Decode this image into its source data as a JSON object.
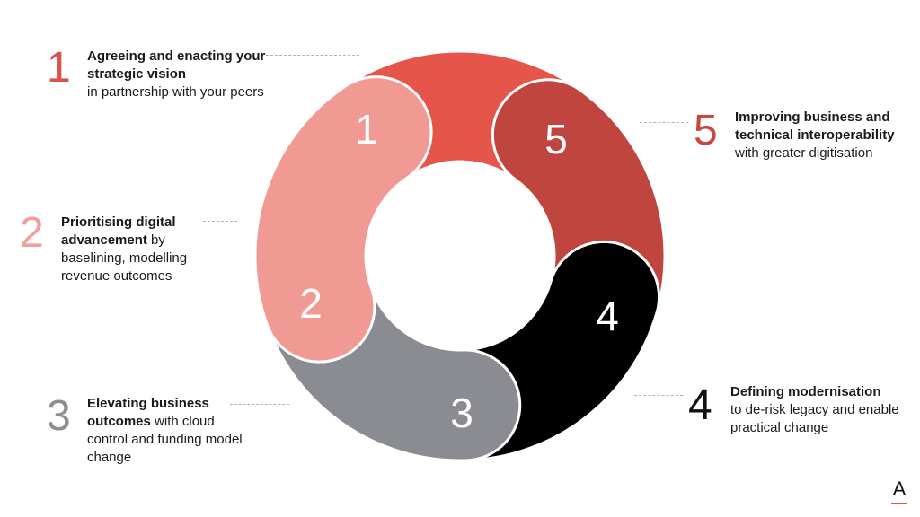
{
  "colors": {
    "seg1": "#e5554a",
    "seg2": "#f09a93",
    "seg3": "#8b8c91",
    "seg4": "#000000",
    "seg5": "#c0453f",
    "num1": "#d9534b",
    "num2": "#f0a09a",
    "num3": "#8e8e8e",
    "num4": "#111111",
    "num5": "#c9473f",
    "accent": "#e5554a"
  },
  "segments": [
    {
      "number": "1",
      "color_key": "seg1"
    },
    {
      "number": "2",
      "color_key": "seg2"
    },
    {
      "number": "3",
      "color_key": "seg3"
    },
    {
      "number": "4",
      "color_key": "seg4"
    },
    {
      "number": "5",
      "color_key": "seg5"
    }
  ],
  "steps": [
    {
      "number": "1",
      "bold": "Agreeing and enacting your strategic vision",
      "rest": "in partnership with your peers"
    },
    {
      "number": "2",
      "bold": "Prioritising digital advancement",
      "rest": "by baselining, modelling revenue outcomes"
    },
    {
      "number": "3",
      "bold": "Elevating business outcomes",
      "rest": "with cloud control and funding model change"
    },
    {
      "number": "4",
      "bold": "Defining modernisation",
      "rest": "to de-risk legacy and enable practical change"
    },
    {
      "number": "5",
      "bold": "Improving business and technical interoperability",
      "rest": "with greater digitisation"
    }
  ],
  "logo": {
    "letter": "A",
    "icon": "a-logo-icon"
  }
}
